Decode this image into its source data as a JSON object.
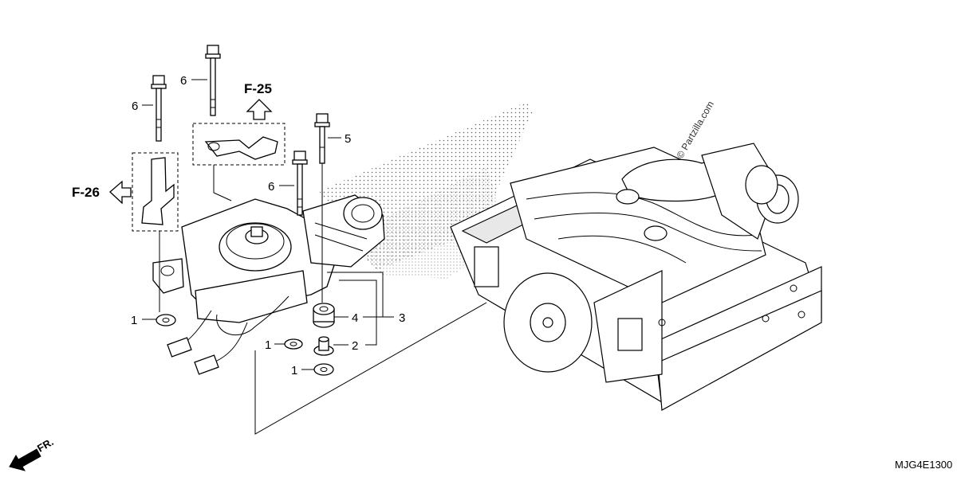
{
  "callouts": {
    "c1a": "1",
    "c1b": "1",
    "c1c": "1",
    "c2": "2",
    "c3": "3",
    "c4": "4",
    "c5": "5",
    "c6a": "6",
    "c6b": "6",
    "c6c": "6"
  },
  "references": {
    "f25": "F-25",
    "f26": "F-26",
    "front": "FR."
  },
  "diagram_code": "MJG4E1300",
  "watermark": "© Partzilla.com"
}
